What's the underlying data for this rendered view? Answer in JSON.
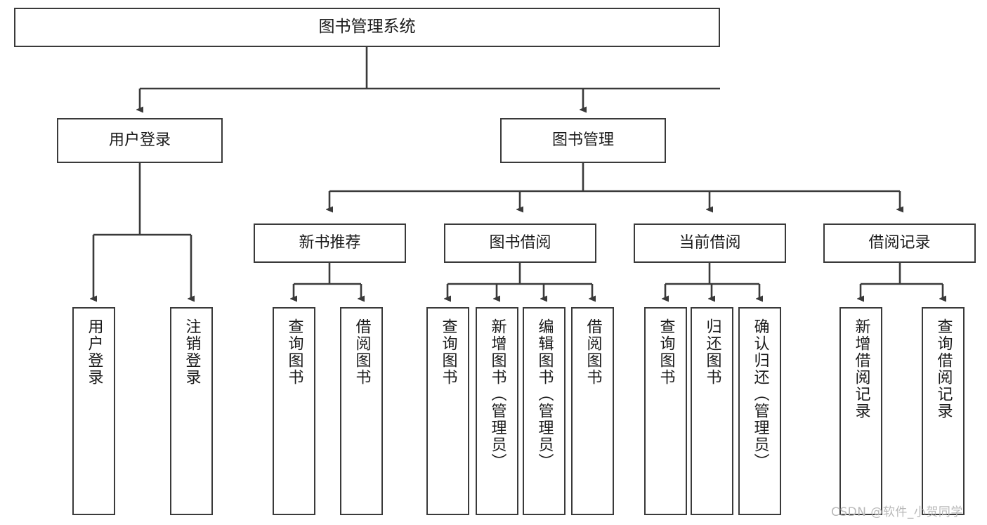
{
  "diagram": {
    "type": "hierarchy-tree",
    "title": "图书管理系统",
    "watermark": "CSDN @软件_小贺同学",
    "colors": {
      "box_border": "#3a3a3a",
      "box_fill": "#ffffff",
      "connector": "#3a3a3a",
      "text": "#1a1a1a",
      "watermark": "#b9b9b9"
    },
    "nodes": {
      "root": {
        "label": "图书管理系统"
      },
      "level2": [
        {
          "label": "用户登录"
        },
        {
          "label": "图书管理"
        }
      ],
      "level3": [
        {
          "label": "新书推荐"
        },
        {
          "label": "图书借阅"
        },
        {
          "label": "当前借阅"
        },
        {
          "label": "借阅记录"
        }
      ],
      "leaves": {
        "user_login": [
          {
            "label": "用户登录"
          },
          {
            "label": "注销登录"
          }
        ],
        "new_book": [
          {
            "label": "查询图书"
          },
          {
            "label": "借阅图书"
          }
        ],
        "book_borrow": [
          {
            "label": "查询图书"
          },
          {
            "label": "新增图书（管理员）"
          },
          {
            "label": "编辑图书（管理员）"
          },
          {
            "label": "借阅图书"
          }
        ],
        "current_borrow": [
          {
            "label": "查询图书"
          },
          {
            "label": "归还图书"
          },
          {
            "label": "确认归还（管理员）"
          }
        ],
        "borrow_record": [
          {
            "label": "新增借阅记录"
          },
          {
            "label": "查询借阅记录"
          }
        ]
      }
    }
  }
}
